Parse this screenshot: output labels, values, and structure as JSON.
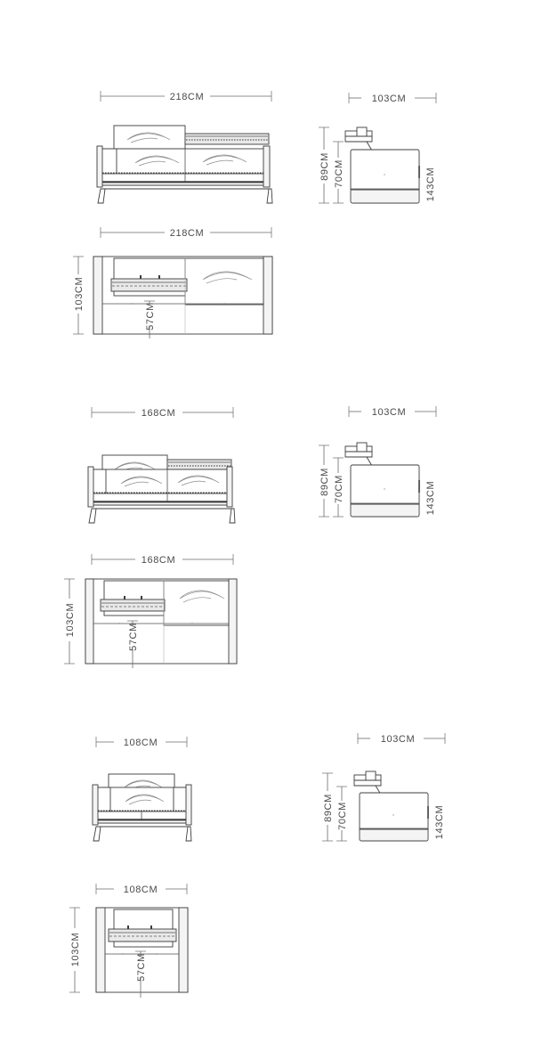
{
  "sheet": {
    "title": "Sofa Dimensional Drawing Set",
    "background_color": "#ffffff",
    "line_color": "#3c3c3c",
    "light_line_color": "#8a8a8a",
    "text_color": "#4a4a4a",
    "unit_suffix": "CM"
  },
  "groups": [
    {
      "id": "three-seater",
      "name": "3-seater sofa",
      "front_view": {
        "width_label": "218CM"
      },
      "side_view": {
        "depth_label": "103CM",
        "height_total_label": "89CM",
        "height_seat_label": "70CM",
        "height_arm_label": "143CM"
      },
      "top_view": {
        "width_label": "218CM",
        "depth_label": "103CM",
        "inner_label": "57CM"
      }
    },
    {
      "id": "two-seater",
      "name": "2-seater sofa",
      "front_view": {
        "width_label": "168CM"
      },
      "side_view": {
        "depth_label": "103CM",
        "height_total_label": "89CM",
        "height_seat_label": "70CM",
        "height_arm_label": "143CM"
      },
      "top_view": {
        "width_label": "168CM",
        "depth_label": "103CM",
        "inner_label": "57CM"
      }
    },
    {
      "id": "armchair",
      "name": "armchair",
      "front_view": {
        "width_label": "108CM"
      },
      "side_view": {
        "depth_label": "103CM",
        "height_total_label": "89CM",
        "height_seat_label": "70CM",
        "height_arm_label": "143CM"
      },
      "top_view": {
        "width_label": "108CM",
        "depth_label": "103CM",
        "inner_label": "57CM"
      }
    }
  ]
}
